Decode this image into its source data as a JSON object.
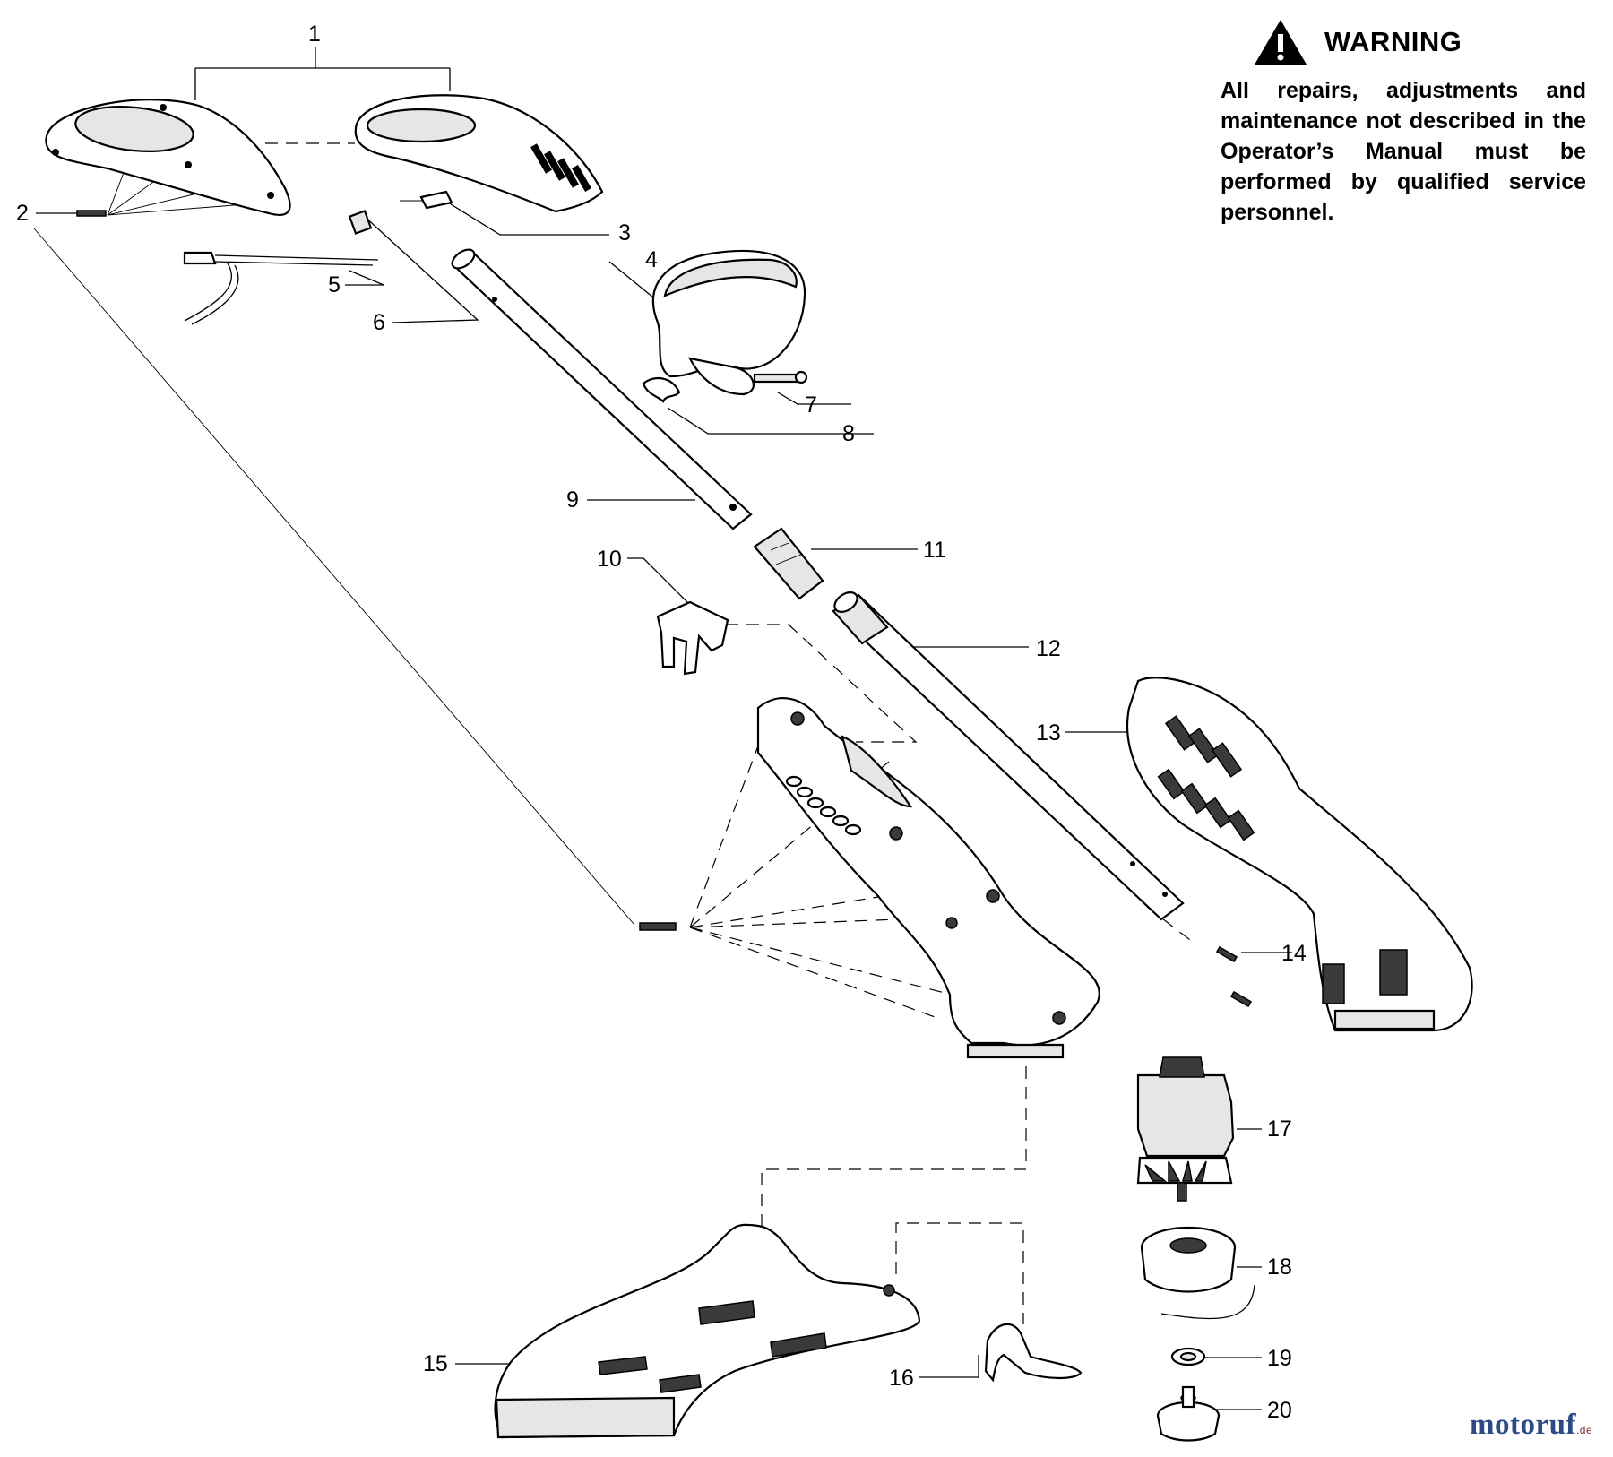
{
  "warning": {
    "title": "WARNING",
    "icon": "warning-triangle-icon",
    "text": "All repairs, adjustments and maintenance not described in the Operator’s Manual must be performed by qualified service personnel."
  },
  "callouts": [
    "1",
    "2",
    "3",
    "4",
    "5",
    "6",
    "7",
    "8",
    "9",
    "10",
    "11",
    "12",
    "13",
    "14",
    "15",
    "16",
    "17",
    "18",
    "19",
    "20"
  ],
  "watermark": {
    "brand": "motoruf",
    "suffix": ".de"
  }
}
